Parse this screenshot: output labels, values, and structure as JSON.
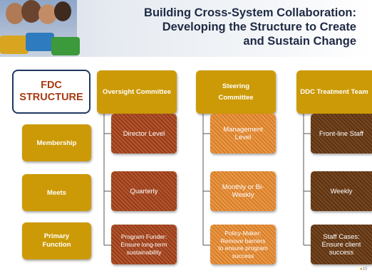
{
  "slide": {
    "title_lines": [
      "Building Cross-System Collaboration:",
      "Developing the Structure to Create",
      "and Sustain Change"
    ],
    "fdc_lines": [
      "FDC",
      "STRUCTURE"
    ],
    "rows": {
      "membership": "Membership",
      "meets": "Meets",
      "primary_function_lines": [
        "Primary",
        "Function"
      ]
    },
    "columns": [
      {
        "header_lines": [
          "Oversight Committee"
        ],
        "membership": [
          "Director Level"
        ],
        "meets": [
          "Quarterly"
        ],
        "function": [
          "Program Funder:",
          "Ensure long-term",
          "sustainability"
        ]
      },
      {
        "header_lines": [
          "Steering",
          "Committee"
        ],
        "membership": [
          "Management",
          "Level"
        ],
        "meets": [
          "Monthly or Bi-",
          "Weekly"
        ],
        "function": [
          "Policy-Maker:",
          "Remove barriers",
          "to ensure program",
          "success"
        ]
      },
      {
        "header_lines": [
          "DDC Treatment Team"
        ],
        "membership": [
          "Front-line Staff"
        ],
        "meets": [
          "Weekly"
        ],
        "function": [
          "Staff Cases:",
          "Ensure client",
          "success"
        ]
      }
    ],
    "page_number": "10",
    "colors": {
      "header_box": "#cc9a06",
      "oversight_child": "#a8431a",
      "steering_child": "#e88a2e",
      "treatment_child": "#6a3912",
      "title": "#1f2a44",
      "fdc_text": "#a83a12",
      "fdc_border": "#1f3864"
    }
  }
}
